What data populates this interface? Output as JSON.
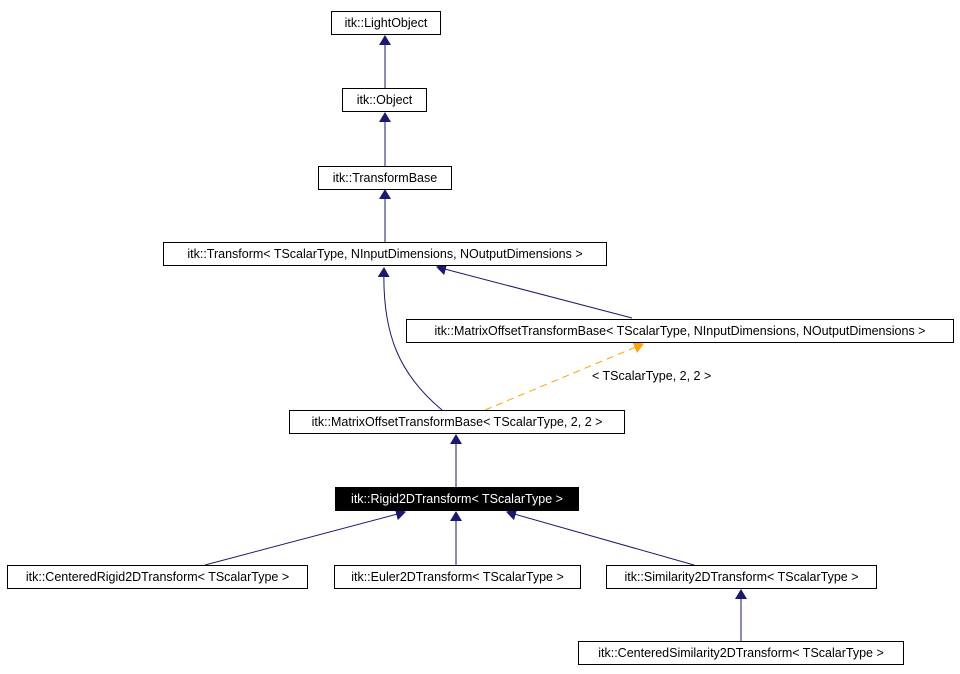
{
  "colors": {
    "inheritance_edge": "#191970",
    "template_edge": "#ffa500",
    "current_fill": "#000000",
    "current_text": "#ffffff"
  },
  "nodes": {
    "light_object": "itk::LightObject",
    "object": "itk::Object",
    "transform_base": "itk::TransformBase",
    "transform": "itk::Transform< TScalarType, NInputDimensions, NOutputDimensions >",
    "matrix_offset_generic": "itk::MatrixOffsetTransformBase< TScalarType, NInputDimensions, NOutputDimensions >",
    "matrix_offset_2d": "itk::MatrixOffsetTransformBase< TScalarType, 2, 2 >",
    "rigid2d": "itk::Rigid2DTransform< TScalarType >",
    "centered_rigid2d": "itk::CenteredRigid2DTransform< TScalarType >",
    "euler2d": "itk::Euler2DTransform< TScalarType >",
    "similarity2d": "itk::Similarity2DTransform< TScalarType >",
    "centered_similarity2d": "itk::CenteredSimilarity2DTransform< TScalarType >"
  },
  "edge_labels": {
    "template_args": "< TScalarType, 2, 2 >"
  }
}
